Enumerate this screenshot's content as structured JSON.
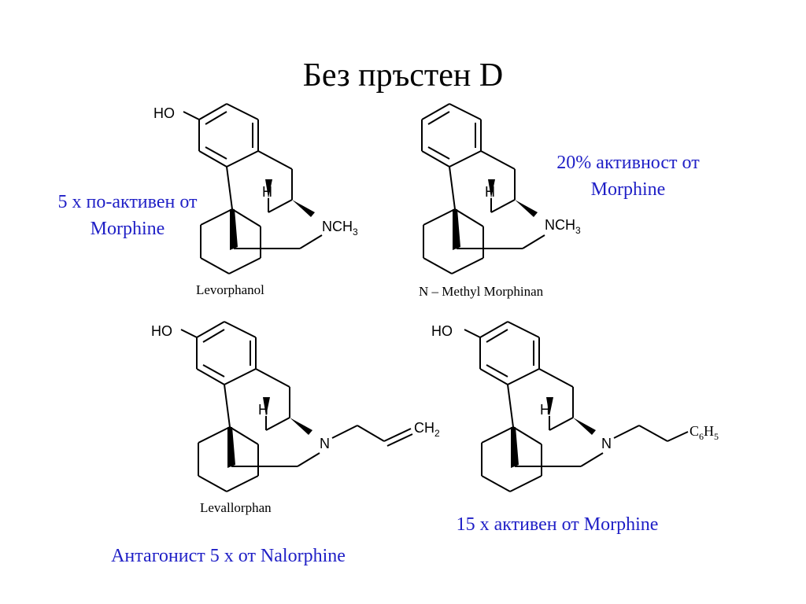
{
  "title": "Без пръстен D",
  "molecules": [
    {
      "name": "Levorphanol",
      "note": "5 x по-активен от Morphine",
      "labels": {
        "hydroxyl": "HO",
        "bridge_h": "H",
        "nitrogen": "N",
        "n_substituent": "CH",
        "n_substituent_sub": "3"
      }
    },
    {
      "name": "N – Methyl Morphinan",
      "note": "20% активност от Morphine",
      "labels": {
        "bridge_h": "H",
        "nitrogen": "N",
        "n_substituent": "CH",
        "n_substituent_sub": "3"
      }
    },
    {
      "name": "Levallorphan",
      "note": "Антагонист 5 x от Nalorphine",
      "labels": {
        "hydroxyl": "HO",
        "bridge_h": "H",
        "nitrogen": "N",
        "terminal": "CH",
        "terminal_sub": "2"
      }
    },
    {
      "name": "",
      "note": "15 x активен от Morphine",
      "labels": {
        "hydroxyl": "HO",
        "bridge_h": "H",
        "nitrogen": "N",
        "terminal_a": "C",
        "terminal_a_sub": "6",
        "terminal_b": "H",
        "terminal_b_sub": "5"
      }
    }
  ],
  "colors": {
    "note": "#1f1fc6",
    "bonds": "#000000"
  }
}
